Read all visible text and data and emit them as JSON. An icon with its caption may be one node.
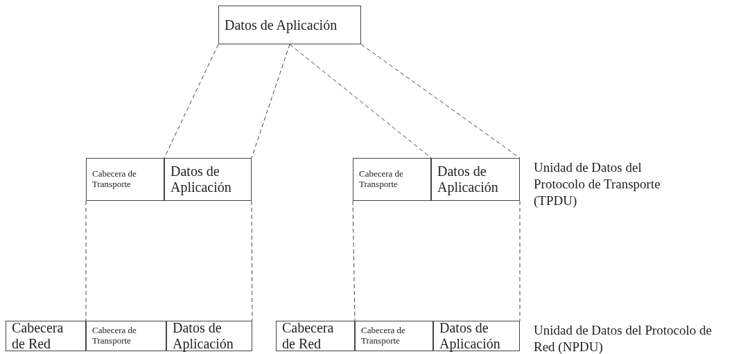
{
  "diagram": {
    "nodes": [
      {
        "text": [
          "Datos de Aplicación"
        ]
      },
      {
        "text": [
          "Cabecera de Transporte"
        ]
      },
      {
        "text": [
          "Datos de Aplicación"
        ]
      },
      {
        "text": [
          "Cabecera de Transporte"
        ]
      },
      {
        "text": [
          "Datos de Aplicación"
        ]
      },
      {
        "text": [
          "Cabecera de Red"
        ]
      },
      {
        "text": [
          "Cabecera de Transporte"
        ]
      },
      {
        "text": [
          "Datos de Aplicación"
        ]
      },
      {
        "text": [
          "Cabecera de Red"
        ]
      },
      {
        "text": [
          "Cabecera de Transporte"
        ]
      },
      {
        "text": [
          "Datos de Aplicación"
        ]
      }
    ],
    "edges": [
      {
        "from": 0,
        "to": 2,
        "arrow": "none",
        "style": "dashed"
      },
      {
        "from": 0,
        "to": 2,
        "arrow": "none",
        "style": "dashed"
      },
      {
        "from": 0,
        "to": 4,
        "arrow": "none",
        "style": "dashed"
      },
      {
        "from": 0,
        "to": 4,
        "arrow": "none",
        "style": "dashed"
      },
      {
        "from": 1,
        "to": 6,
        "arrow": "none",
        "style": "dashed"
      },
      {
        "from": 2,
        "to": 7,
        "arrow": "none",
        "style": "dashed"
      },
      {
        "from": 3,
        "to": 9,
        "arrow": "none",
        "style": "dashed"
      },
      {
        "from": 4,
        "to": 10,
        "arrow": "none",
        "style": "dashed"
      }
    ],
    "labels": [
      "Unidad de Datos del Protocolo de Transporte (TPDU)",
      "Unidad de Datos del Protocolo de Red (NPDU)"
    ]
  }
}
